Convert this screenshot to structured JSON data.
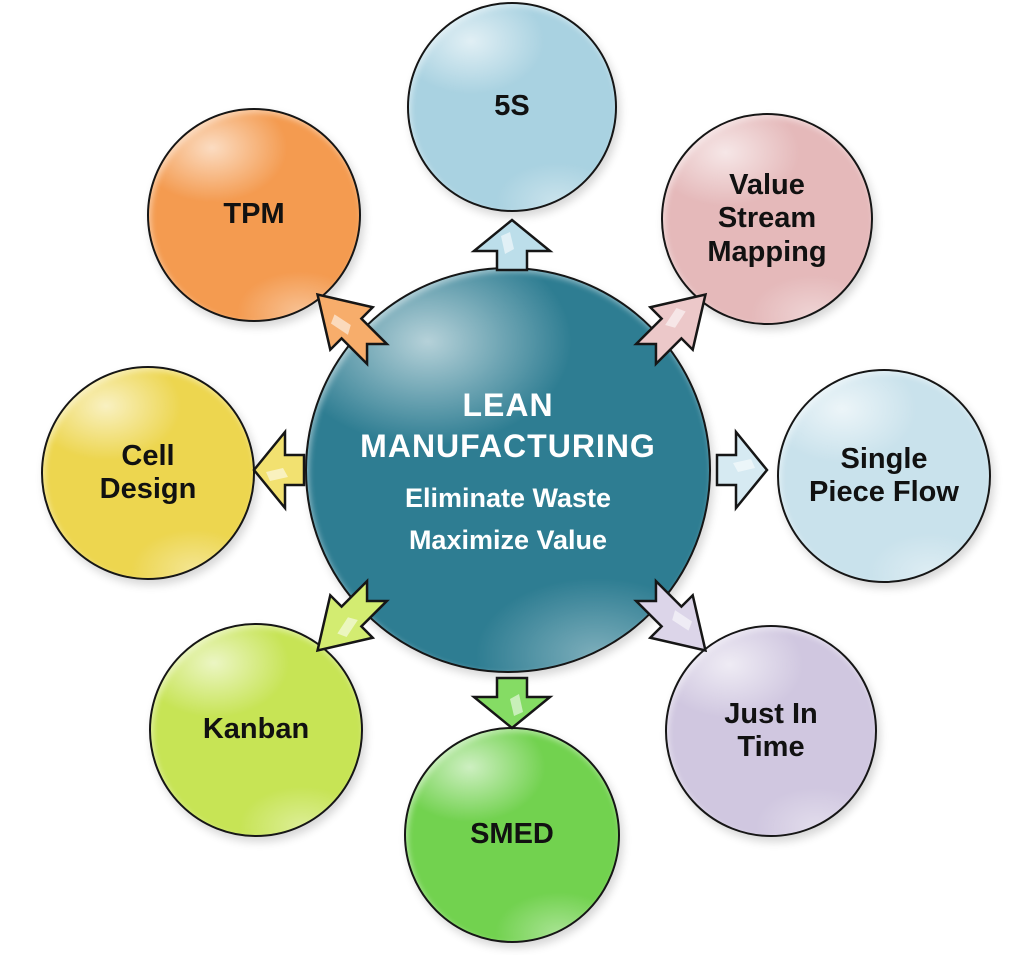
{
  "center": {
    "title": "LEAN MANUFACTURING",
    "subtitle1": "Eliminate Waste",
    "subtitle2": "Maximize Value",
    "color": "#2E7D92"
  },
  "nodes": [
    {
      "id": "5s",
      "label": "5S",
      "color": "#A9D2E1",
      "arrow_color": "#BCDEEA"
    },
    {
      "id": "value-stream-mapping",
      "label": "Value Stream Mapping",
      "color": "#E5B9BA",
      "arrow_color": "#ECC8C9"
    },
    {
      "id": "single-piece-flow",
      "label": "Single Piece Flow",
      "color": "#C9E2EC",
      "arrow_color": "#D6EAF2"
    },
    {
      "id": "just-in-time",
      "label": "Just In Time",
      "color": "#D0C7E0",
      "arrow_color": "#DCD5E9"
    },
    {
      "id": "smed",
      "label": "SMED",
      "color": "#72D24F",
      "arrow_color": "#85DC64"
    },
    {
      "id": "kanban",
      "label": "Kanban",
      "color": "#C7E455",
      "arrow_color": "#D3EC71"
    },
    {
      "id": "cell-design",
      "label": "Cell Design",
      "color": "#EDD64F",
      "arrow_color": "#F2E170"
    },
    {
      "id": "tpm",
      "label": "TPM",
      "color": "#F49B50",
      "arrow_color": "#F7AD6B"
    }
  ],
  "background_color": "#FFFFFF"
}
